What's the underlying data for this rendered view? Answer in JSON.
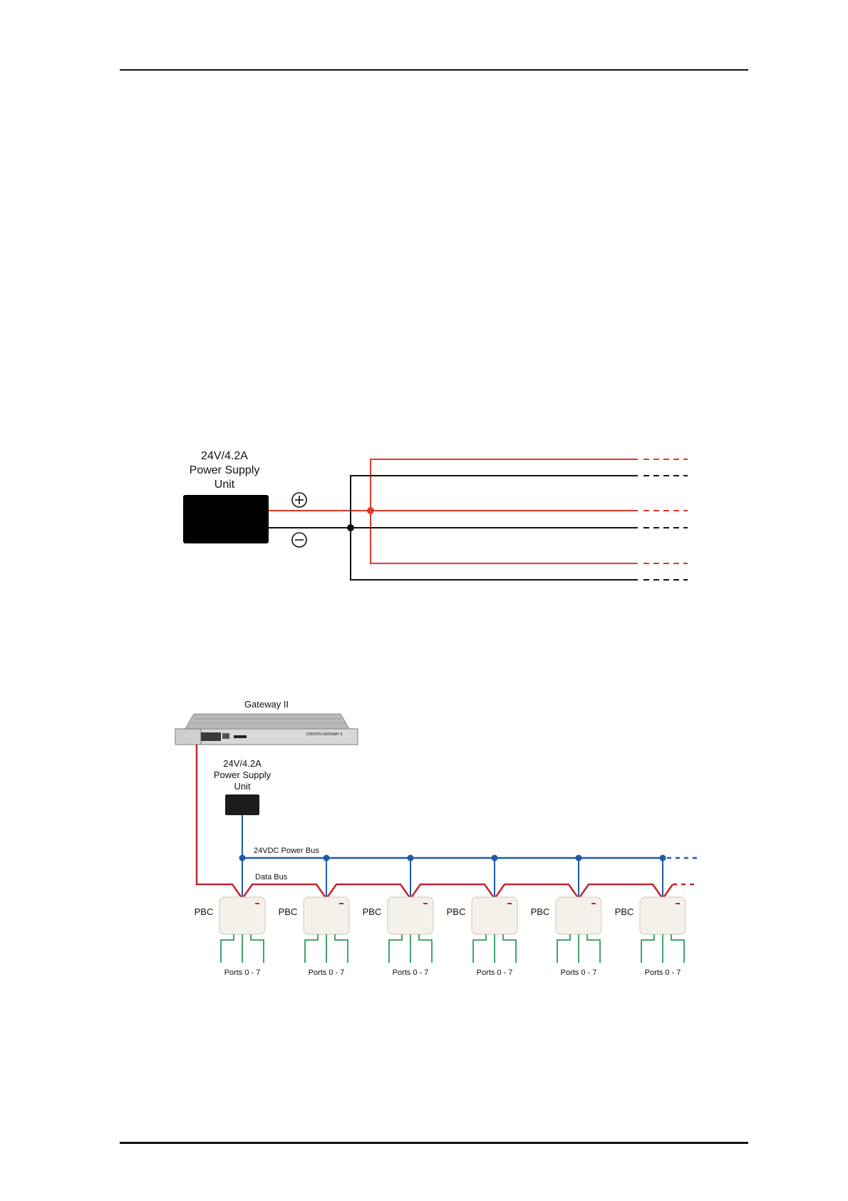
{
  "diagram1": {
    "psu_label_lines": [
      "24V/4.2A",
      "Power Supply",
      "Unit"
    ],
    "plus_symbol": "+",
    "minus_symbol": "−",
    "colors": {
      "positive": "#e03a2a",
      "negative": "#111111",
      "psu_box": "#000000"
    }
  },
  "diagram2": {
    "gateway_label": "Gateway II",
    "gateway_face_text": "STATION GATEWAY II",
    "psu_label_lines": [
      "24V/4.2A",
      "Power Supply",
      "Unit"
    ],
    "power_bus_label": "24VDC Power Bus",
    "data_bus_label": "Data Bus",
    "pbc_units": [
      {
        "label": "PBC",
        "ports_label": "Ports 0 - 7"
      },
      {
        "label": "PBC",
        "ports_label": "Ports 0 - 7"
      },
      {
        "label": "PBC",
        "ports_label": "Ports 0 - 7"
      },
      {
        "label": "PBC",
        "ports_label": "Ports 0 - 7"
      },
      {
        "label": "PBC",
        "ports_label": "Ports 0 - 7"
      },
      {
        "label": "PBC",
        "ports_label": "Ports 0 - 7"
      }
    ],
    "colors": {
      "data_bus": "#c8232c",
      "power_bus": "#1e5aa8",
      "ports": "#2e9a5a",
      "pbc_body": "#f4f1ea"
    }
  }
}
